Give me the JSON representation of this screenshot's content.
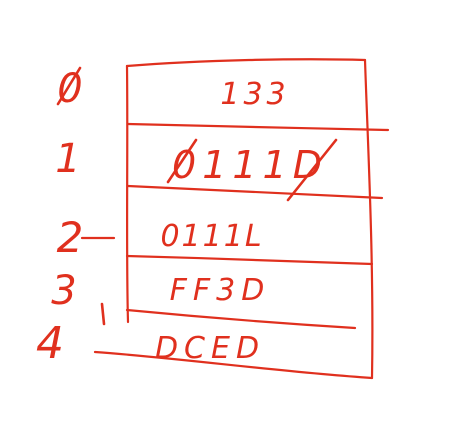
{
  "colors": {
    "ink": "#e0301e",
    "background": "#ffffff"
  },
  "table": {
    "rows": [
      {
        "index": "0",
        "value": "133"
      },
      {
        "index": "1",
        "value": "0111D"
      },
      {
        "index": "2",
        "value": "0111L"
      },
      {
        "index": "3",
        "value": "FF3D"
      },
      {
        "index": "4",
        "value": "DCED"
      }
    ]
  }
}
